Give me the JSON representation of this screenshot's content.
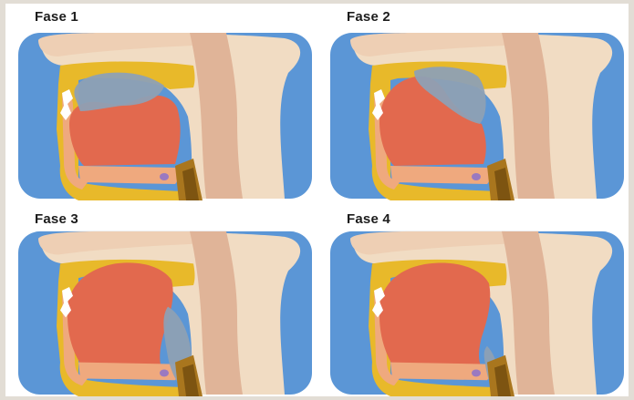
{
  "panels": [
    {
      "label": "Fase 1",
      "phase": 1
    },
    {
      "label": "Fase 2",
      "phase": 2
    },
    {
      "label": "Fase 3",
      "phase": 3
    },
    {
      "label": "Fase 4",
      "phase": 4
    }
  ],
  "colors": {
    "background": "#e2ddd5",
    "airway_blue": "#5b96d6",
    "skin_beige": "#f1dcc3",
    "pharynx_wall": "#e0b498",
    "jaw_yellow": "#e8b92a",
    "tongue_red": "#e2694e",
    "tongue_light": "#efa97e",
    "bolus_grey": "#8ea0b4",
    "teeth_white": "#ffffff",
    "hyoid_purple": "#9a79c0",
    "larynx_brown": "#a9761e"
  }
}
